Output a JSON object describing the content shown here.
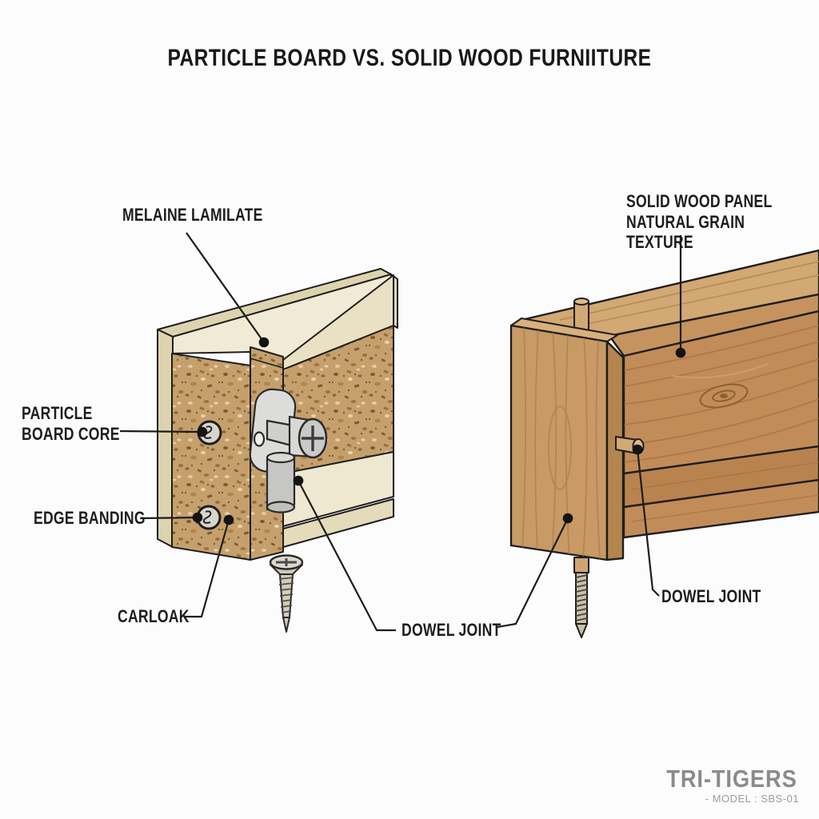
{
  "title": "PARTICLE BOARD VS. SOLID WOOD FURNIITURE",
  "labels": {
    "melamine": "MELAINE LAMILATE",
    "particle_core": "PARTICLE\nBOARD CORE",
    "edge_banding": "EDGE BANDING",
    "cam_lock": "CARLOAK",
    "dowel_joint_bottom": "DOWEL JOINT",
    "solid_wood": "SOLID WOOD PANEL\nNATURAL GRAIN TEXTURE",
    "dowel_joint_right": "DOWEL JOINT"
  },
  "branding": {
    "name": "TRI-TIGERS",
    "model": "- MODEL : SBS-01"
  },
  "colors": {
    "background": "#fcfcfc",
    "outline": "#1e1e1e",
    "particle_base": "#c6a06c",
    "laminate_cream": "#f1ebd6",
    "edge_band_cream": "#ddd3ae",
    "wood_mid": "#c28c59",
    "wood_light": "#d2a873",
    "wood_dark": "#b5854f",
    "fitting_gray": "#d6d6d4",
    "brand_gray": "#8b8b8b"
  }
}
